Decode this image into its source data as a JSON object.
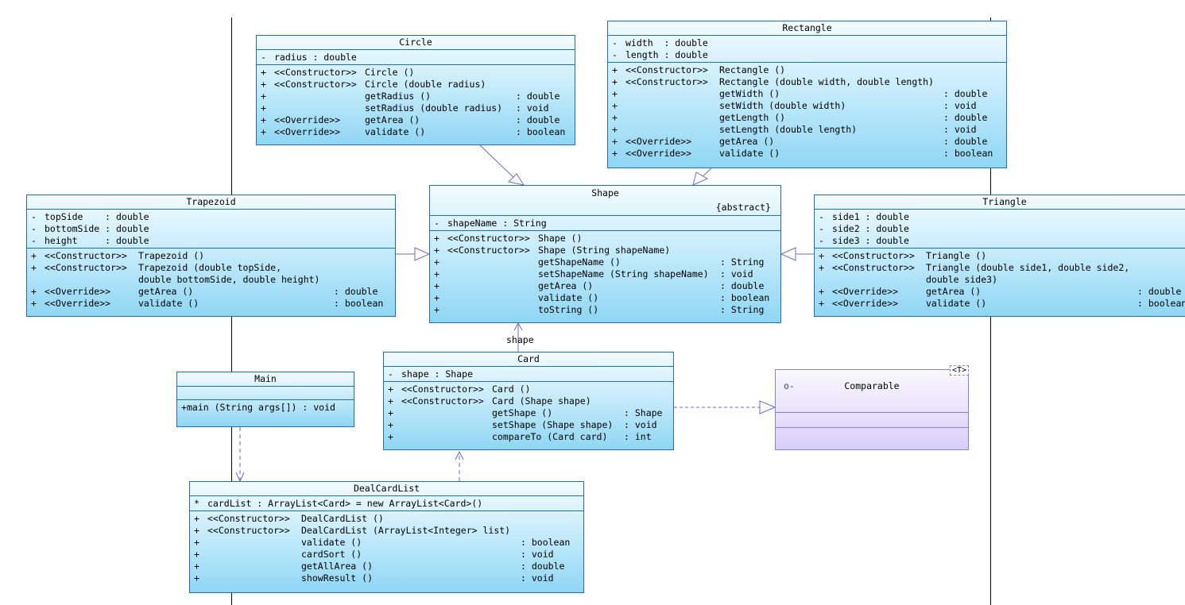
{
  "classes": {
    "circle": {
      "name": "Circle",
      "attrs": [
        [
          "-",
          "radius : double"
        ]
      ],
      "ops": [
        [
          "+",
          "<<Constructor>>",
          "Circle ()",
          ""
        ],
        [
          "+",
          "<<Constructor>>",
          "Circle (double radius)",
          ""
        ],
        [
          "+",
          "",
          "getRadius ()",
          ": double"
        ],
        [
          "+",
          "",
          "setRadius (double radius)",
          ": void"
        ],
        [
          "+",
          "<<Override>>",
          "getArea ()",
          ": double"
        ],
        [
          "+",
          "<<Override>>",
          "validate ()",
          ": boolean"
        ]
      ]
    },
    "rectangle": {
      "name": "Rectangle",
      "attrs": [
        [
          "-",
          "width  : double"
        ],
        [
          "-",
          "length : double"
        ]
      ],
      "ops": [
        [
          "+",
          "<<Constructor>>",
          "Rectangle ()",
          ""
        ],
        [
          "+",
          "<<Constructor>>",
          "Rectangle (double width, double length)",
          ""
        ],
        [
          "+",
          "",
          "getWidth ()",
          ": double"
        ],
        [
          "+",
          "",
          "setWidth (double width)",
          ": void"
        ],
        [
          "+",
          "",
          "getLength ()",
          ": double"
        ],
        [
          "+",
          "",
          "setLength (double length)",
          ": void"
        ],
        [
          "+",
          "<<Override>>",
          "getArea ()",
          ": double"
        ],
        [
          "+",
          "<<Override>>",
          "validate ()",
          ": boolean"
        ]
      ]
    },
    "trapezoid": {
      "name": "Trapezoid",
      "attrs": [
        [
          "-",
          "topSide    : double"
        ],
        [
          "-",
          "bottomSide : double"
        ],
        [
          "-",
          "height     : double"
        ]
      ],
      "ops": [
        [
          "+",
          "<<Constructor>>",
          "Trapezoid ()",
          ""
        ],
        [
          "+",
          "<<Constructor>>",
          "Trapezoid (double topSide,",
          ""
        ],
        [
          "",
          "",
          "double bottomSide, double height)",
          ""
        ],
        [
          "+",
          "<<Override>>",
          "getArea ()",
          ": double"
        ],
        [
          "+",
          "<<Override>>",
          "validate ()",
          ": boolean"
        ]
      ]
    },
    "shape": {
      "name": "Shape",
      "stereotype": "{abstract}",
      "attrs": [
        [
          "-",
          "shapeName : String"
        ]
      ],
      "ops": [
        [
          "+",
          "<<Constructor>>",
          "Shape ()",
          ""
        ],
        [
          "+",
          "<<Constructor>>",
          "Shape (String shapeName)",
          ""
        ],
        [
          "+",
          "",
          "getShapeName ()",
          ": String"
        ],
        [
          "+",
          "",
          "setShapeName (String shapeName)",
          ": void"
        ],
        [
          "+",
          "",
          "getArea ()",
          ": double"
        ],
        [
          "+",
          "",
          "validate ()",
          ": boolean"
        ],
        [
          "+",
          "",
          "toString ()",
          ": String"
        ]
      ]
    },
    "triangle": {
      "name": "Triangle",
      "attrs": [
        [
          "-",
          "side1 : double"
        ],
        [
          "-",
          "side2 : double"
        ],
        [
          "-",
          "side3 : double"
        ]
      ],
      "ops": [
        [
          "+",
          "<<Constructor>>",
          "Triangle ()",
          ""
        ],
        [
          "+",
          "<<Constructor>>",
          "Triangle (double side1, double side2,",
          ""
        ],
        [
          "",
          "",
          "double side3)",
          ""
        ],
        [
          "+",
          "<<Override>>",
          "getArea ()",
          ": double"
        ],
        [
          "+",
          "<<Override>>",
          "validate ()",
          ": boolean"
        ]
      ]
    },
    "main": {
      "name": "Main",
      "attrs": [],
      "ops": [
        [
          "+",
          "",
          "main (String args[]) : void",
          ""
        ]
      ]
    },
    "card": {
      "name": "Card",
      "attrs": [
        [
          "-",
          "shape : Shape"
        ]
      ],
      "ops": [
        [
          "+",
          "<<Constructor>>",
          "Card ()",
          ""
        ],
        [
          "+",
          "<<Constructor>>",
          "Card (Shape shape)",
          ""
        ],
        [
          "+",
          "",
          "getShape ()",
          ": Shape"
        ],
        [
          "+",
          "",
          "setShape (Shape shape)",
          ": void"
        ],
        [
          "+",
          "",
          "compareTo (Card card)",
          ": int"
        ]
      ]
    },
    "dealcardlist": {
      "name": "DealCardList",
      "attrs": [
        [
          "*",
          "cardList : ArrayList<Card> = new ArrayList<Card>()"
        ]
      ],
      "ops": [
        [
          "+",
          "<<Constructor>>",
          "DealCardList ()",
          ""
        ],
        [
          "+",
          "<<Constructor>>",
          "DealCardList (ArrayList<Integer> list)",
          ""
        ],
        [
          "+",
          "",
          "validate ()",
          ": boolean"
        ],
        [
          "+",
          "",
          "cardSort ()",
          ": void"
        ],
        [
          "+",
          "",
          "getAllArea ()",
          ": double"
        ],
        [
          "+",
          "",
          "showResult ()",
          ": void"
        ]
      ]
    }
  },
  "interface": {
    "name": "Comparable",
    "type_param": "<T>",
    "icon": "o-"
  },
  "association_label": "shape",
  "colors": {
    "class_border": "#1f6fb5",
    "class_fill_top": "#f2fbff",
    "class_fill_bottom": "#8fd6f4",
    "interface_border": "#8a7fd6",
    "interface_fill": "#d7cff7",
    "connector": "#6a6ad0"
  }
}
